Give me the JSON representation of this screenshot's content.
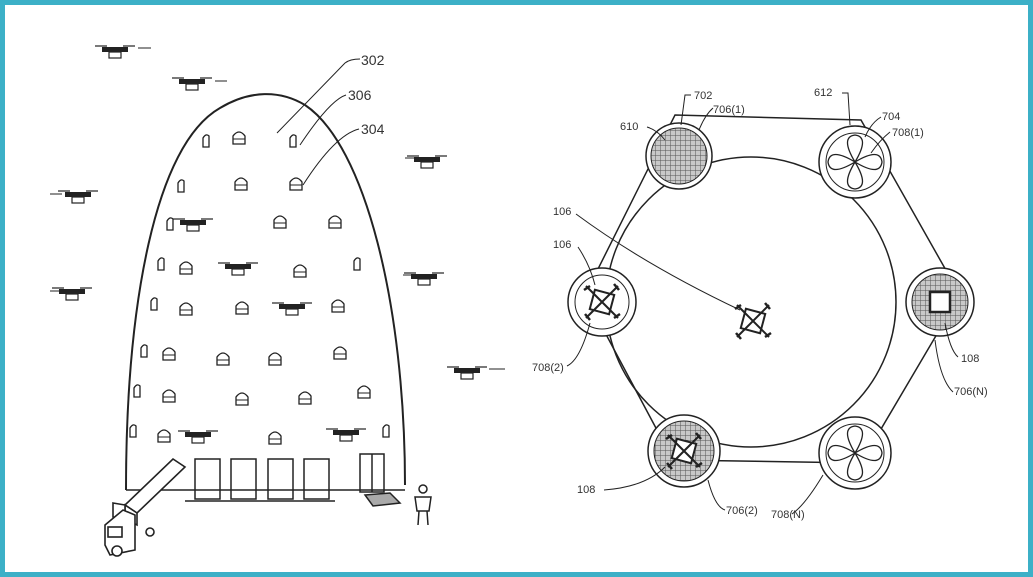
{
  "colors": {
    "frame_border": "#3cb0c7",
    "ink": "#333333",
    "background": "#ffffff"
  },
  "left_figure": {
    "labels": {
      "ref_302": "302",
      "ref_306": "306",
      "ref_304": "304"
    }
  },
  "right_figure": {
    "labels": {
      "ref_702": "702",
      "ref_610": "610",
      "ref_706_1": "706(1)",
      "ref_612": "612",
      "ref_704": "704",
      "ref_708_1": "708(1)",
      "ref_106_center": "106",
      "ref_106_left": "106",
      "ref_708_2": "708(2)",
      "ref_108_right": "108",
      "ref_706_n": "706(N)",
      "ref_108_bottom": "108",
      "ref_706_2": "706(2)",
      "ref_708_n": "708(N)"
    }
  }
}
